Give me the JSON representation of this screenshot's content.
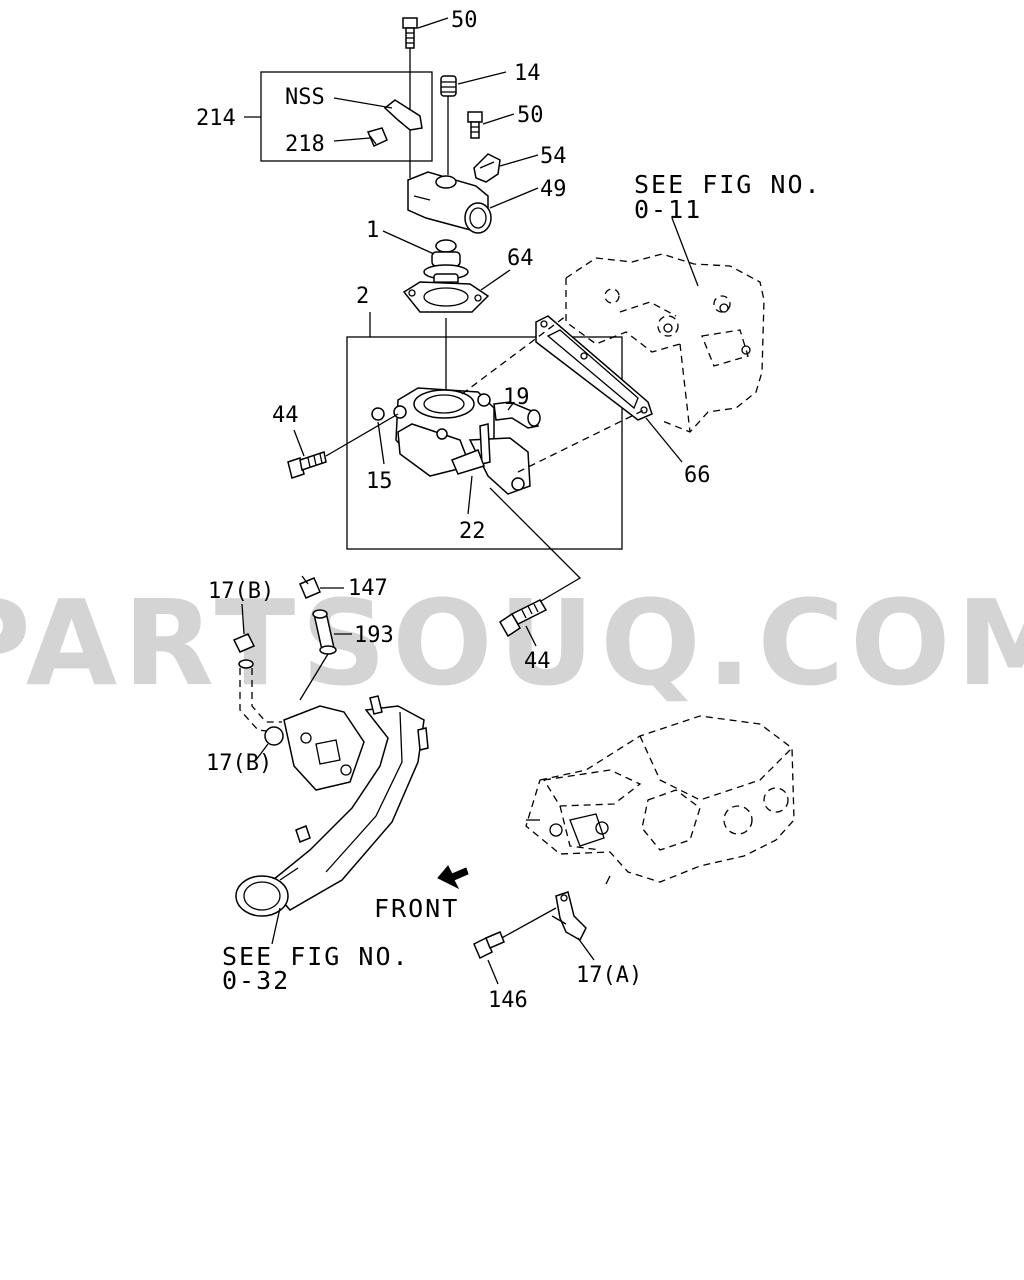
{
  "diagram": {
    "watermark": "PARTSOUQ.COM",
    "colors": {
      "ink": "#000000",
      "watermark": "#d4d4d4",
      "background": "#ffffff"
    },
    "callouts": {
      "c50_top": "50",
      "c14": "14",
      "c50_mid": "50",
      "c54": "54",
      "c49": "49",
      "c214": "214",
      "nss": "NSS",
      "c218": "218",
      "c1": "1",
      "c64": "64",
      "c2": "2",
      "c19": "19",
      "c44_left": "44",
      "c15": "15",
      "c22": "22",
      "c66": "66",
      "c147": "147",
      "c17b_top": "17(B)",
      "c193": "193",
      "c44_right": "44",
      "c17b_bottom": "17(B)",
      "c146": "146",
      "c17a": "17(A)"
    },
    "references": {
      "fig_011_line1": "SEE FIG NO.",
      "fig_011_line2": "0-11",
      "fig_032_line1": "SEE FIG NO.",
      "fig_032_line2": "0-32",
      "front": "FRONT"
    }
  }
}
